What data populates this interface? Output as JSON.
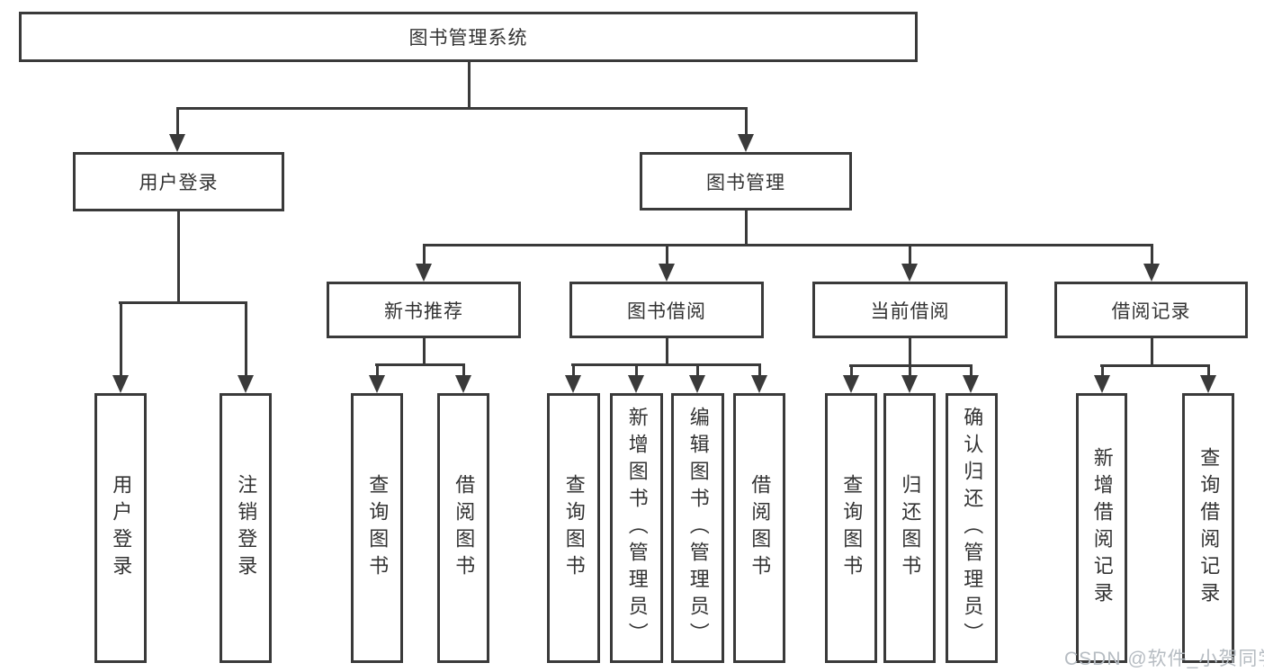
{
  "diagram": {
    "title": "图书管理系统",
    "watermark": "CSDN @软件_小贺同学",
    "colors": {
      "line": "#3a3a3a",
      "text": "#333333",
      "background": "#ffffff",
      "watermark": "#b6bcc2"
    },
    "nodes": {
      "root": {
        "label": "图书管理系统",
        "level": 1
      },
      "user_login": {
        "label": "用户登录",
        "level": 2,
        "parent": "root"
      },
      "book_mgmt": {
        "label": "图书管理",
        "level": 2,
        "parent": "root"
      },
      "new_book_rec": {
        "label": "新书推荐",
        "level": 3,
        "parent": "book_mgmt"
      },
      "book_borrow": {
        "label": "图书借阅",
        "level": 3,
        "parent": "book_mgmt"
      },
      "current_borrow": {
        "label": "当前借阅",
        "level": 3,
        "parent": "book_mgmt"
      },
      "borrow_records": {
        "label": "借阅记录",
        "level": 3,
        "parent": "book_mgmt"
      },
      "a1": {
        "label": "用户登录",
        "level": 4,
        "parent": "user_login"
      },
      "a2": {
        "label": "注销登录",
        "level": 4,
        "parent": "user_login"
      },
      "b1": {
        "label": "查询图书",
        "level": 4,
        "parent": "new_book_rec"
      },
      "b2": {
        "label": "借阅图书",
        "level": 4,
        "parent": "new_book_rec"
      },
      "c1": {
        "label": "查询图书",
        "level": 4,
        "parent": "book_borrow"
      },
      "c2": {
        "label": "新增图书（管理员）",
        "level": 4,
        "parent": "book_borrow"
      },
      "c3": {
        "label": "编辑图书（管理员）",
        "level": 4,
        "parent": "book_borrow"
      },
      "c4": {
        "label": "借阅图书",
        "level": 4,
        "parent": "book_borrow"
      },
      "d1": {
        "label": "查询图书",
        "level": 4,
        "parent": "current_borrow"
      },
      "d2": {
        "label": "归还图书",
        "level": 4,
        "parent": "current_borrow"
      },
      "d3": {
        "label": "确认归还（管理员）",
        "level": 4,
        "parent": "current_borrow"
      },
      "e1": {
        "label": "新增借阅记录",
        "level": 4,
        "parent": "borrow_records"
      },
      "e2": {
        "label": "查询借阅记录",
        "level": 4,
        "parent": "borrow_records"
      }
    }
  }
}
